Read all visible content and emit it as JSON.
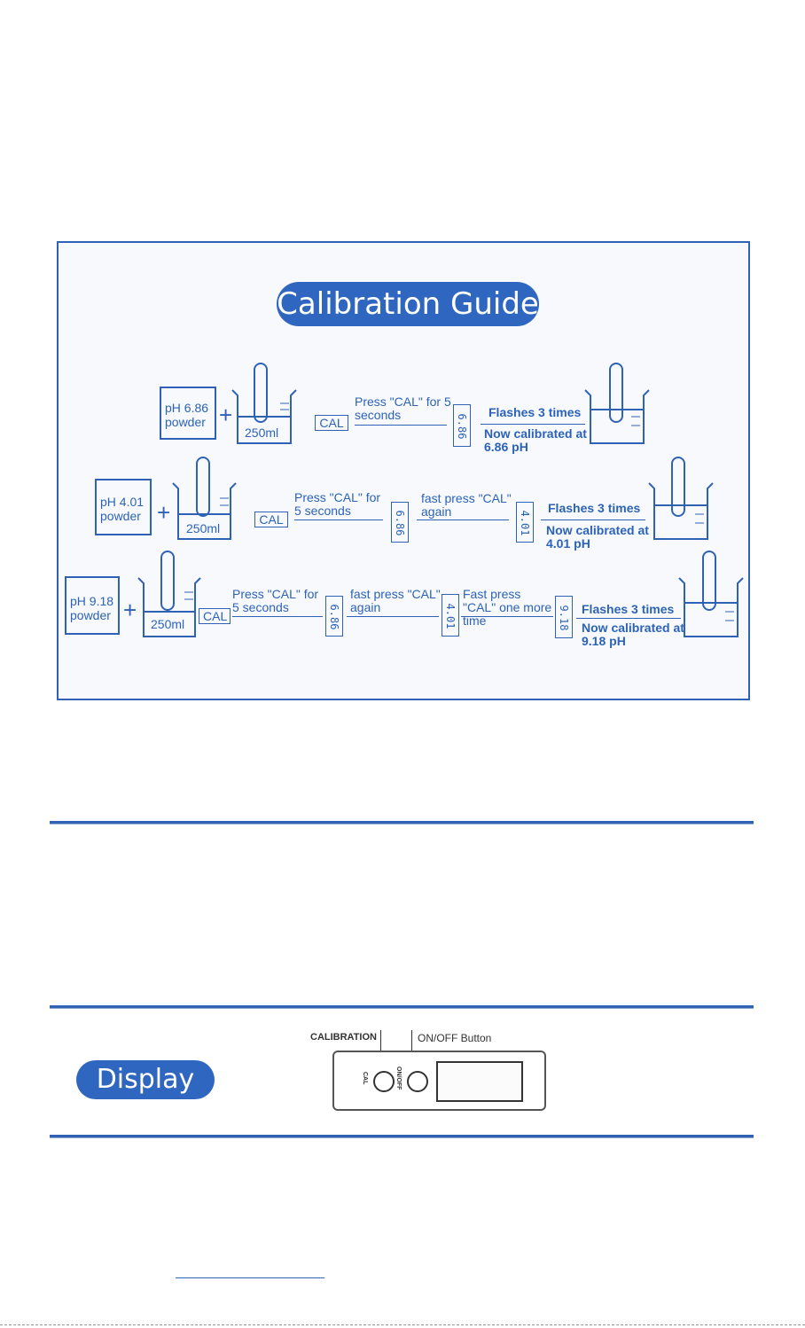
{
  "guide": {
    "title": "Calibration Guide",
    "rows": [
      {
        "powder": "pH 6.86 powder",
        "beaker": "250ml",
        "cal": "CAL",
        "step1": "Press \"CAL\" for 5 seconds",
        "display1": "6.86",
        "step2": "Flashes 3 times",
        "result": "Now calibrated at 6.86 pH"
      },
      {
        "powder": "pH 4.01 powder",
        "beaker": "250ml",
        "cal": "CAL",
        "step1": "Press \"CAL\" for 5 seconds",
        "display1": "6.86",
        "step2": "fast press \"CAL\" again",
        "display2": "4.01",
        "step3": "Flashes 3 times",
        "result": "Now calibrated at 4.01 pH"
      },
      {
        "powder": "pH 9.18 powder",
        "beaker": "250ml",
        "cal": "CAL",
        "step1": "Press \"CAL\" for 5 seconds",
        "display1": "6.86",
        "step2": "fast press \"CAL\" again",
        "display2": "4.01",
        "step3": "Fast press \"CAL\" one more time",
        "display3": "9.18",
        "step4": "Flashes 3 times",
        "result": "Now calibrated at 9.18 pH"
      }
    ]
  },
  "display_section": {
    "title": "Display",
    "calibration_label": "CALIBRATION",
    "onoff_label": "ON/OFF Button",
    "cal_button": "CAL",
    "onoff_button": "ON/OFF"
  },
  "colors": {
    "accent": "#2f66bf",
    "line": "#2f62b5"
  }
}
